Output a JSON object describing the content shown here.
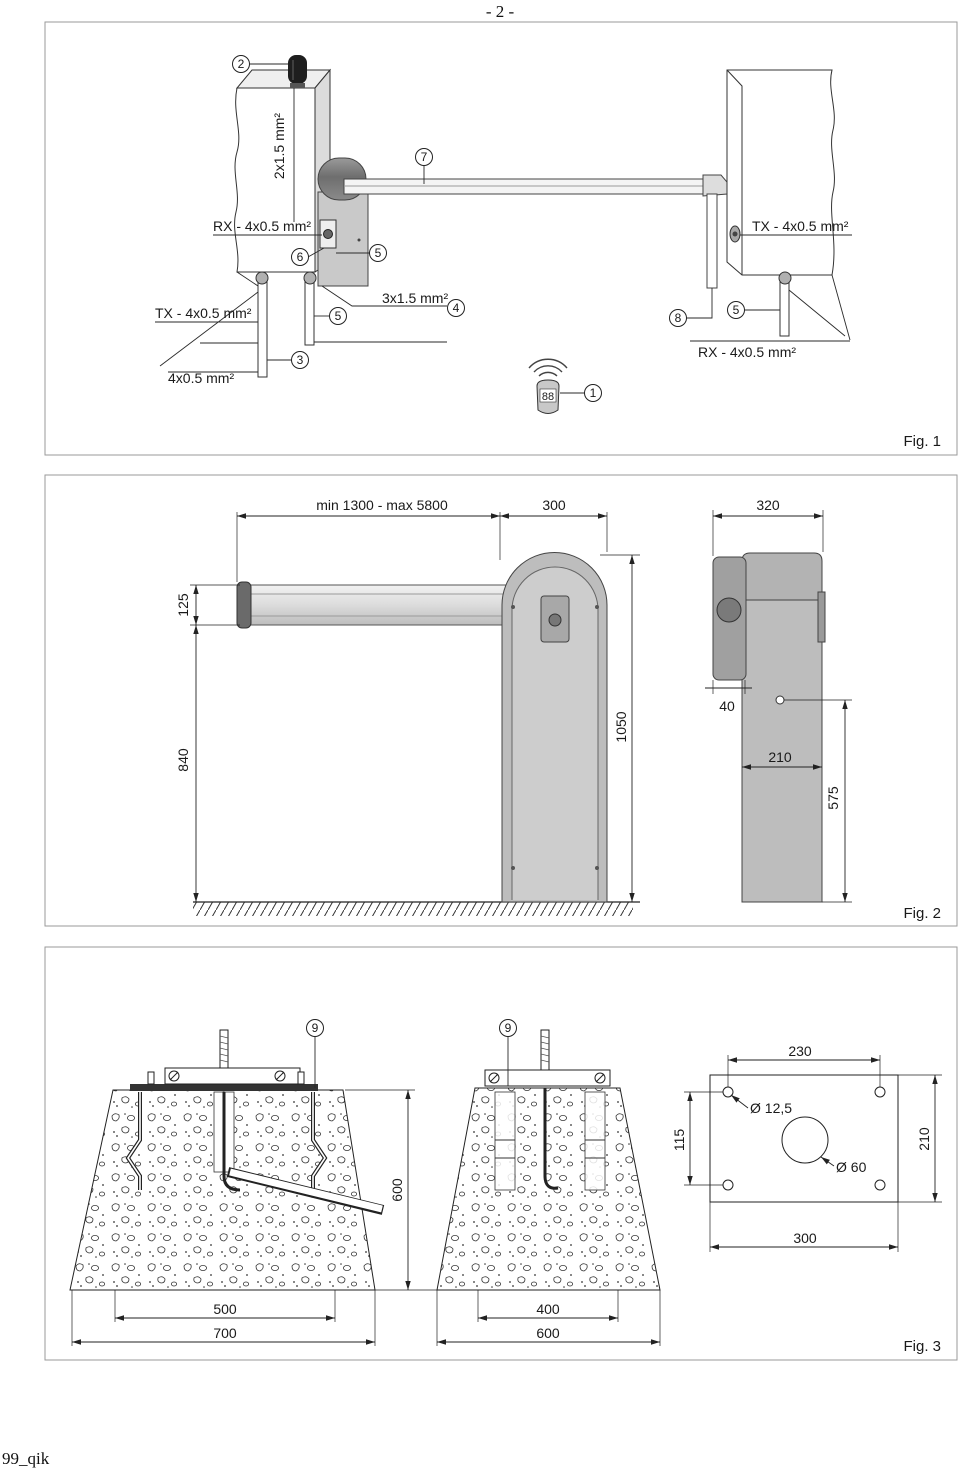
{
  "page": {
    "number": "- 2 -",
    "footer": "99_qik"
  },
  "fig1": {
    "caption": "Fig. 1",
    "callouts": {
      "remote": "1",
      "flash": "2",
      "post_left": "3",
      "power": "4",
      "housing_tx": "5",
      "post_left_tx": "5",
      "post_right": "5",
      "rx": "6",
      "boom": "7",
      "support": "8"
    },
    "labels": {
      "flash_cable": "2x1.5 mm²",
      "rx_housing": "RX - 4x0.5 mm²",
      "tx_right": "TX - 4x0.5 mm²",
      "tx_left": "TX - 4x0.5 mm²",
      "power_cable": "3x1.5 mm²",
      "rx_right": "RX - 4x0.5 mm²",
      "post_cable": "4x0.5 mm²",
      "remote_display": "88"
    }
  },
  "fig2": {
    "caption": "Fig. 2",
    "dims": {
      "boom_length": "min 1300 - max 5800",
      "cabinet_width": "300",
      "side_depth": "320",
      "boom_height": "125",
      "boom_axis_height": "840",
      "cabinet_height": "1050",
      "offset": "40",
      "side_width": "210",
      "hole_height": "575"
    }
  },
  "fig3": {
    "caption": "Fig. 3",
    "callouts": {
      "left": "9",
      "middle": "9"
    },
    "dims": {
      "plate_hole_spacing": "230",
      "hole_diameter": "Ø 12,5",
      "plate_hole_vertical": "115",
      "plate_height": "210",
      "center_hole_diameter": "Ø 60",
      "plate_width": "300",
      "left_depth": "600",
      "left_top_width": "500",
      "left_bottom_width": "700",
      "middle_top_width": "400",
      "middle_bottom_width": "600"
    }
  }
}
